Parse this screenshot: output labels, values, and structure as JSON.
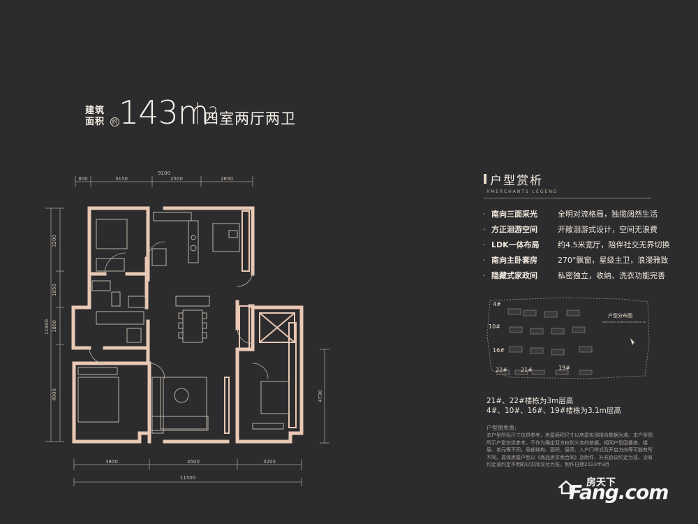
{
  "header": {
    "area_label_1": "建筑",
    "area_label_2": "面积",
    "approx": "约",
    "area_value": "143m",
    "area_sup": "2",
    "layout_name": "四室两厅两卫"
  },
  "dimensions": {
    "top_total": "9100",
    "top_segments": [
      "800",
      "3150",
      "2500",
      "2650"
    ],
    "bottom_segments": [
      "3800",
      "4500",
      "3200"
    ],
    "bottom_total": "11500",
    "left_total": "11800",
    "left_segments": [
      "3200",
      "1850",
      "1850",
      "4900"
    ],
    "right_segment": "4730"
  },
  "analysis": {
    "heading": "户型赏析",
    "subtitle": "XMERCHANTS LEGEND",
    "features": [
      {
        "title": "南向三面采光",
        "desc": "全明对流格局，独揽阔然生活"
      },
      {
        "title": "方正洄游空间",
        "desc": "开敞洄游式设计，空间无浪费"
      },
      {
        "title": "LDK一体布局",
        "desc": "约4.5米宽厅，陪伴社交无界切换"
      },
      {
        "title": "南向主卧套房",
        "desc": "270°飘窗，星级主卫，浪漫雅致"
      },
      {
        "title": "隐藏式家政间",
        "desc": "私密独立，收纳、洗衣功能完善"
      }
    ]
  },
  "site_map": {
    "title": "户型分布图",
    "subtitle": "XMERCHANTS LEGEND CHINA MINGHU INT",
    "buildings": [
      "4#",
      "10#",
      "16#",
      "22#",
      "21#",
      "19#"
    ]
  },
  "floors": {
    "line1": "21#、22#楼栋为3m层高",
    "line2": "4#、10#、16#、19#楼栋为3.1m层高"
  },
  "notes": {
    "title": "户型图免责:",
    "body": "本户型所标尺寸仅供参考，房屋面积尺寸以房屋实测报告数据为准。本户型图所示户型仅供参考，不作为确定双方权利义务的依据，相同户型因楼栋、楼层、单元等不同，局部结构、面积、层高、入户门样式及开启方向等可能有所不同。具体房屋户型以《商品房买卖合同》及附件、补充协议约定为准，没有约定或约定不明的以实际交付为准。制作日期2023年9月"
  },
  "watermark": {
    "main": "Fang.com",
    "sub": "房天下"
  },
  "colors": {
    "background": "#2c2c2e",
    "wall": "#e9c8b4",
    "text": "#e8dccb",
    "line": "#a49a8c"
  }
}
